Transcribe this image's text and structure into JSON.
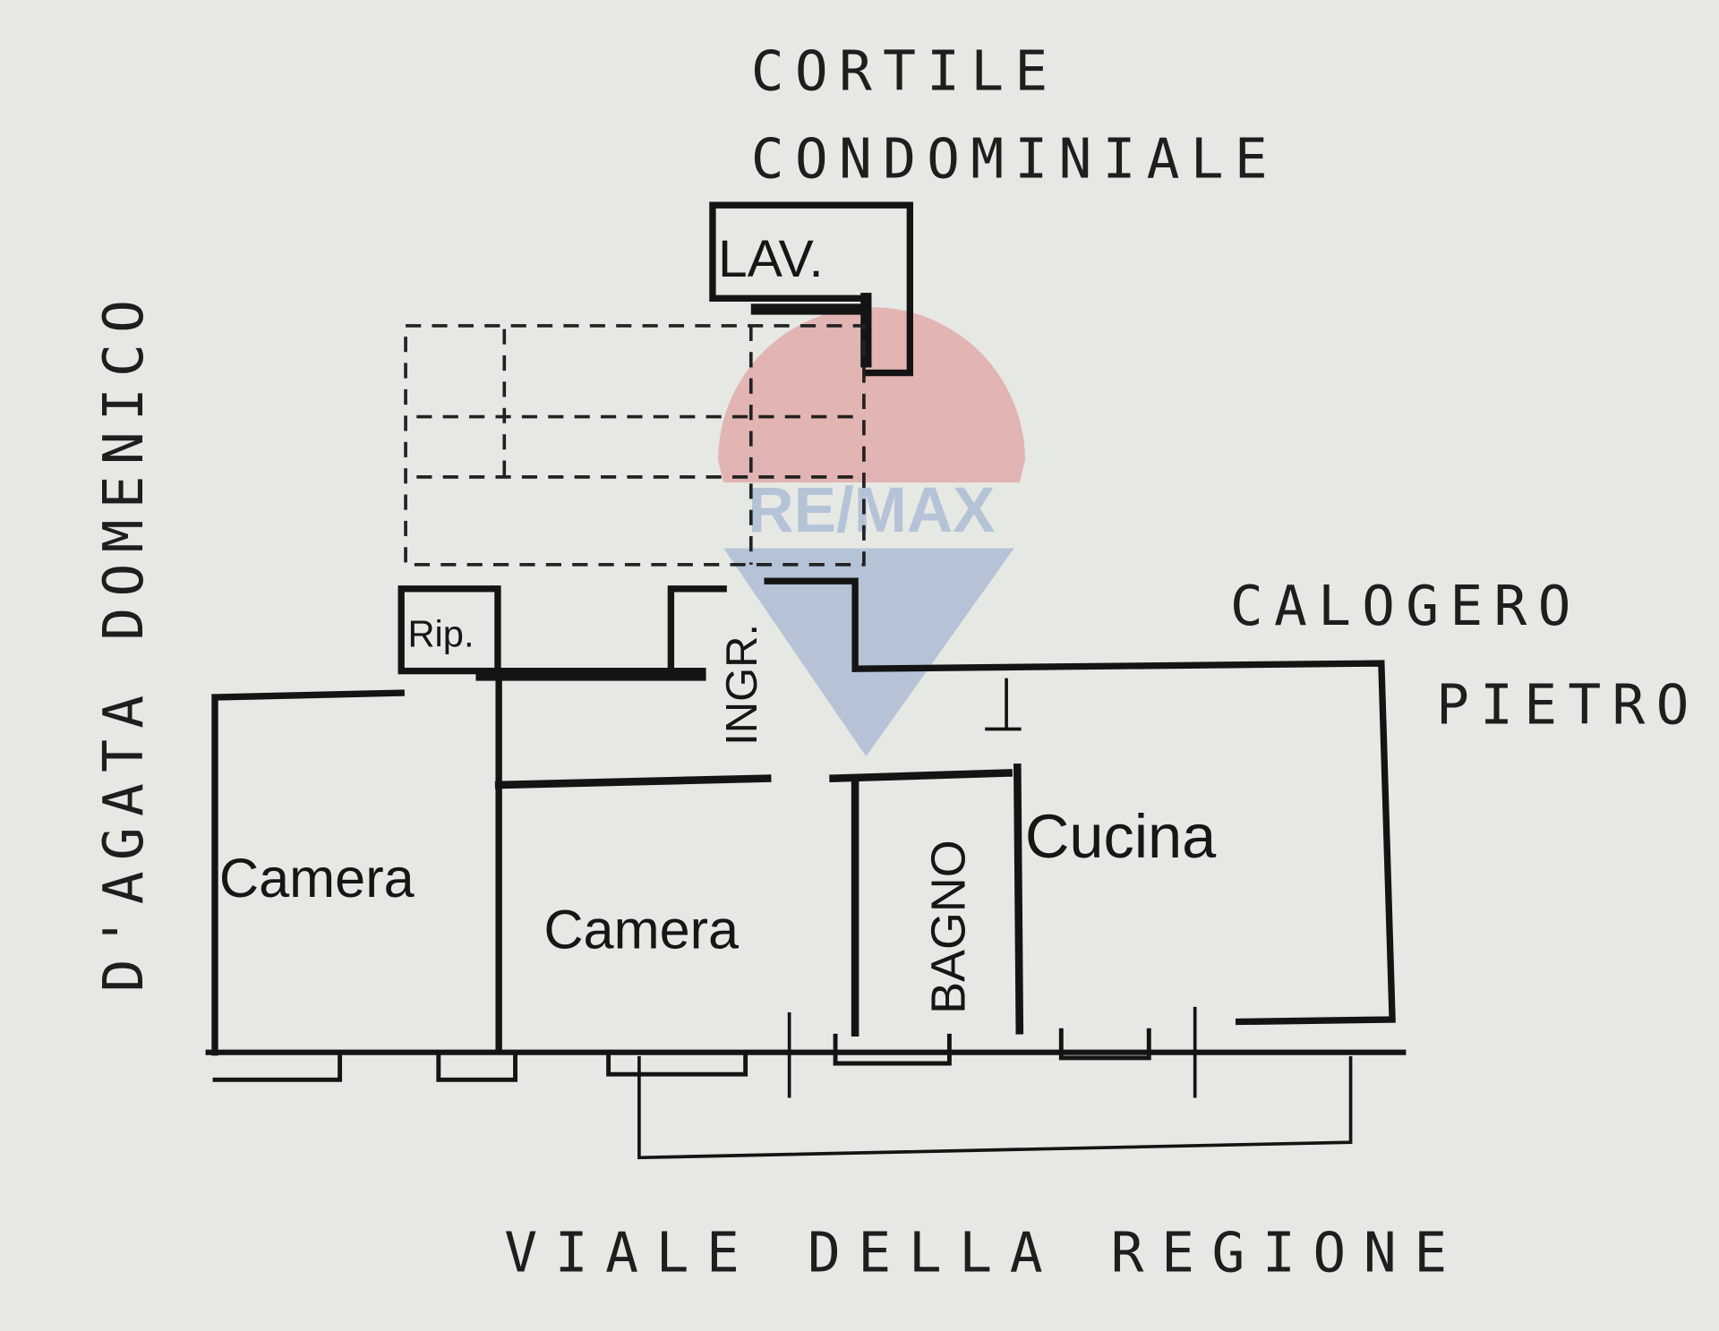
{
  "labels": {
    "cortile": "CORTILE",
    "condominiale": "CONDOMINIALE",
    "lav": "LAV.",
    "rip": "Rip.",
    "ingr": "INGR.",
    "camera_left": "Camera",
    "camera_center": "Camera",
    "bagno": "BAGNO",
    "cucina": "Cucina",
    "calogero": "CALOGERO",
    "pietro": "PIETRO",
    "dagata_domenico": "D'AGATA  DOMENICO",
    "viale": "VIALE  DELLA  REGIONE"
  },
  "watermark": {
    "text": "RE/MAX",
    "colors": {
      "red": "#d9555a",
      "blue": "#5b7fc0"
    }
  },
  "colors": {
    "background": "#e6e8e4",
    "ink": "#141414"
  }
}
